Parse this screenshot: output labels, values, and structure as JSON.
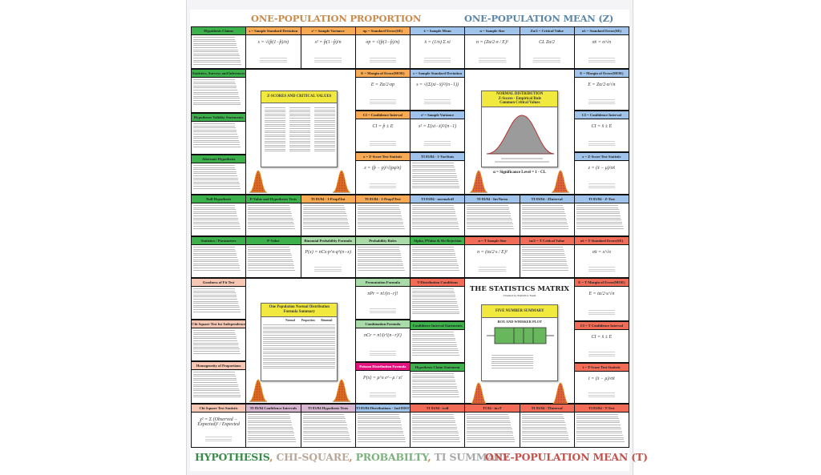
{
  "titles": {
    "one_pop_proportion": "ONE-POPULATION PROPORTION",
    "one_pop_mean_z": "ONE-POPULATION MEAN (Z)",
    "bottom_left": [
      {
        "text": "HYPOTHESIS",
        "color": "#3a8a4a"
      },
      {
        "text": ", ",
        "color": "#c98a4b"
      },
      {
        "text": "CHI-SQUARE",
        "color": "#b9a89a"
      },
      {
        "text": ", ",
        "color": "#c98a4b"
      },
      {
        "text": "PROBABILTY",
        "color": "#7bb37b"
      },
      {
        "text": ", ",
        "color": "#c98a4b"
      },
      {
        "text": "TI SUMMARY",
        "color": "#a9a9a9"
      }
    ],
    "one_pop_mean_t": "ONE-POPULATION MEAN (T)"
  },
  "colors": {
    "green": "#3cb04a",
    "light_green": "#a8dba8",
    "orange": "#f7a953",
    "blue": "#9fc3ea",
    "red": "#f26b57",
    "pink": "#f8c7b4",
    "purple": "#d7b7cf",
    "magenta": "#e2137c",
    "yellow": "#f2e93e"
  },
  "row1": [
    {
      "label": "Hypothesis Claims",
      "color": "green"
    },
    {
      "label": "s = Sample Standard Deviation",
      "color": "orange",
      "formula": "s = √(p̂(1−p̂)/n)"
    },
    {
      "label": "s² = Sample Variance",
      "color": "orange",
      "formula": "s² = p̂(1−p̂)/n"
    },
    {
      "label": "σp = Standard Error(SE)",
      "color": "orange",
      "formula": "σp = √(p̂(1−p̂)/n)"
    },
    {
      "label": "x̄ = Sample Mean",
      "color": "blue",
      "formula": "x̄ = (1/n) Σ xi"
    },
    {
      "label": "n = Sample Size",
      "color": "blue",
      "formula": "n = (Zα/2·σ / E)²"
    },
    {
      "label": "Zα/2 = Critical Value",
      "color": "blue",
      "formula": "CL   Zα/2"
    },
    {
      "label": "σx̄ = Standard Error(SE)",
      "color": "blue",
      "formula": "σx̄ = σ/√n"
    }
  ],
  "row2": {
    "left_stack": [
      {
        "label": "Statistics, Surveys and Inferences",
        "color": "green"
      },
      {
        "label": "Hypotheses Validity Statements",
        "color": "green"
      },
      {
        "label": "Alternate Hypothesis",
        "color": "green"
      }
    ],
    "z_poster_title": "Z-SCORES AND CRITICAL VALUES",
    "prop_stack": [
      {
        "label": "E = Margin of Error(MOE)",
        "color": "orange",
        "formula": "E = Zα/2·σp"
      },
      {
        "label": "CI = Confidence Interval",
        "color": "orange",
        "formula": "CI = p̂ ± E"
      },
      {
        "label": "z = Z-Score Test Statistic",
        "color": "orange",
        "formula": "z = (p̂ − p)/√(pq/n)"
      }
    ],
    "mean_stack": [
      {
        "label": "s = Sample Standard Deviation",
        "color": "blue",
        "formula": "s = √(Σ(xi−x̄)²/(n−1))"
      },
      {
        "label": "s² = Sample Variance",
        "color": "blue",
        "formula": "s² = Σ(xi−x̄)²/(n−1)"
      },
      {
        "label": "TI 83/84 - 1-VarStats",
        "color": "blue"
      }
    ],
    "normal_poster": {
      "title_line1": "NORMAL DISTRIBUTION",
      "title_line2": "Z-Scores - Empirical Rule",
      "title_line3": "Common Critical Values",
      "footer": "α = Significance Level = 1 - CL"
    },
    "mean_z_stack": [
      {
        "label": "E = Margin of Error(MOE)",
        "color": "blue",
        "formula": "E = Zα/2·σ/√n"
      },
      {
        "label": "CI = Confidence Interval",
        "color": "blue",
        "formula": "CI = x̄ ± E"
      },
      {
        "label": "z = Z-Score Test Statistic",
        "color": "blue",
        "formula": "z = (x̄ − μ)/σx̄"
      }
    ]
  },
  "row3": [
    {
      "label": "Null Hypothesis",
      "color": "green"
    },
    {
      "label": "P-Value and Hypotheses Tests",
      "color": "green"
    },
    {
      "label": "TI 83/84 - 1-PropZInt",
      "color": "orange"
    },
    {
      "label": "TI 83/84 - 1-PropZTest",
      "color": "orange"
    },
    {
      "label": "TI 83/84 - normalcdf",
      "color": "blue"
    },
    {
      "label": "TI 83/84 - InvNorm",
      "color": "blue"
    },
    {
      "label": "TI 83/84 - ZInterval",
      "color": "blue"
    },
    {
      "label": "TI 83/84 - Z-Test",
      "color": "blue"
    }
  ],
  "row4": [
    {
      "label": "Statistics / Parameters",
      "color": "green"
    },
    {
      "label": "P-Value",
      "color": "green"
    },
    {
      "label": "Binomial Probability Formula",
      "color": "light_green",
      "formula": "P(x) = nCx·p^x·q^(n−x)"
    },
    {
      "label": "Probability Rules",
      "color": "light_green"
    },
    {
      "label": "Alpha, PValue & Ho Rejection",
      "color": "green"
    },
    {
      "label": "n = T Sample Size",
      "color": "red",
      "formula": "n = (tα/2·s / E)²"
    },
    {
      "label": "tα/2 = T Critical Value",
      "color": "red"
    },
    {
      "label": "σx̄ = T Standard Error(SE)",
      "color": "red",
      "formula": "σx̄ = s/√n"
    }
  ],
  "row5": {
    "left_stack": [
      {
        "label": "Goodness of Fit Test",
        "color": "pink"
      },
      {
        "label": "Chi Square Test for Independence",
        "color": "pink"
      },
      {
        "label": "Homogeneity of Proportions",
        "color": "pink"
      }
    ],
    "summary_poster": {
      "title_line1": "One Population Normal Distribution",
      "title_line2": "Formula Summary",
      "columns": [
        "Normal",
        "Proportion",
        "Binomial"
      ]
    },
    "prob_stack": [
      {
        "label": "Permutation Formula",
        "color": "light_green",
        "formula": "nPr = n!/(n−r)!"
      },
      {
        "label": "Combination Formula",
        "color": "light_green",
        "formula": "nCr = n!/(r!(n−r)!)"
      },
      {
        "label": "Poisson Distribution Formula",
        "color": "magenta",
        "formula": "P(x) = μ^x e^−μ / x!"
      }
    ],
    "statements_stack": [
      {
        "label": "T-Distribution Conditions",
        "color": "red"
      },
      {
        "label": "Confidence Interval Statements",
        "color": "green"
      },
      {
        "label": "Hypothesis Claim Statement",
        "color": "green"
      }
    ],
    "matrix_poster": {
      "title": "THE STATISTICS MATRIX",
      "subtitle": "Created by Statistics Team",
      "section": "FIVE NUMBER SUMMARY",
      "plot_title": "BOX AND WHISKER PLOT"
    },
    "mean_t_stack": [
      {
        "label": "E = T Margin of Error(MOE)",
        "color": "red",
        "formula": "E = tα/2·s/√n"
      },
      {
        "label": "CI = T Confidence Interval",
        "color": "red",
        "formula": "CI = x̄ ± E"
      },
      {
        "label": "t = T-Score Test Statistic",
        "color": "red",
        "formula": "t = (x̄ − μ)/σx̄"
      }
    ]
  },
  "row6": [
    {
      "label": "Chi Square Test Statistic",
      "color": "pink",
      "formula": "χ² = Σ (Observed − Expected)² / Expected"
    },
    {
      "label": "TI 83/84 Confidence Intervals",
      "color": "purple"
    },
    {
      "label": "TI 83/84 Hypothesis Tests",
      "color": "purple"
    },
    {
      "label": "TI 83/84 Distributions - 2nd DIST",
      "color": "blue"
    },
    {
      "label": "TI 83/84 - tcdf",
      "color": "red"
    },
    {
      "label": "TI 84 - invT",
      "color": "red"
    },
    {
      "label": "TI 83/84 - TInterval",
      "color": "red"
    },
    {
      "label": "TI 83/84 - T-Test",
      "color": "red"
    }
  ]
}
